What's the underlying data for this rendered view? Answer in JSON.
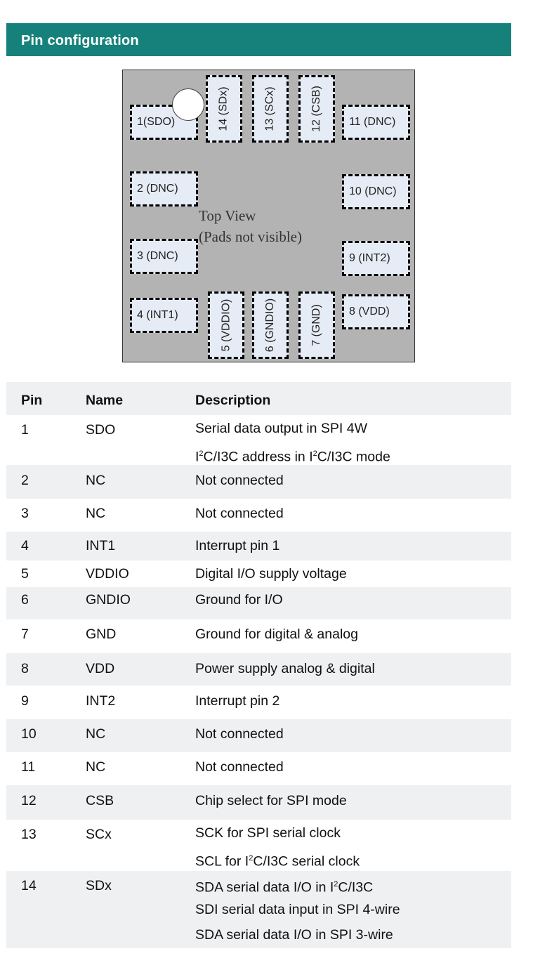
{
  "section": {
    "title": "Pin configuration"
  },
  "diagram": {
    "pads": [
      "1(SDO)",
      "2 (DNC)",
      "3 (DNC)",
      "4 (INT1)",
      "5 (VDDIO)",
      "6 (GNDIO)",
      "7 (GND)",
      "8 (VDD)",
      "9 (INT2)",
      "10 (DNC)",
      "11 (DNC)",
      "12 (CSB)",
      "13 (SCx)",
      "14 (SDx)"
    ],
    "view_line1": "Top View",
    "view_line2": "(Pads not visible)"
  },
  "table": {
    "headers": {
      "pin": "Pin",
      "name": "Name",
      "description": "Description"
    },
    "rows": [
      {
        "pin": "1",
        "name": "SDO",
        "desc": [
          "Serial data output in SPI 4W"
        ],
        "desc2_pre": "I",
        "desc2_sup1": "2",
        "desc2_mid": "C/I3C address in I",
        "desc2_sup2": "2",
        "desc2_post": "C/I3C mode"
      },
      {
        "pin": "2",
        "name": "NC",
        "desc": [
          "Not connected"
        ]
      },
      {
        "pin": "3",
        "name": "NC",
        "desc": [
          "Not connected"
        ]
      },
      {
        "pin": "4",
        "name": "INT1",
        "desc": [
          "Interrupt pin 1"
        ]
      },
      {
        "pin": "5",
        "name": "VDDIO",
        "desc": [
          "Digital I/O supply voltage"
        ]
      },
      {
        "pin": "6",
        "name": "GNDIO",
        "desc": [
          "Ground for I/O"
        ]
      },
      {
        "pin": "7",
        "name": "GND",
        "desc": [
          "Ground for digital & analog"
        ]
      },
      {
        "pin": "8",
        "name": "VDD",
        "desc": [
          "Power supply analog & digital"
        ]
      },
      {
        "pin": "9",
        "name": "INT2",
        "desc": [
          "Interrupt pin 2"
        ]
      },
      {
        "pin": "10",
        "name": "NC",
        "desc": [
          "Not connected"
        ]
      },
      {
        "pin": "11",
        "name": "NC",
        "desc": [
          "Not connected"
        ]
      },
      {
        "pin": "12",
        "name": "CSB",
        "desc": [
          "Chip select for SPI mode"
        ]
      },
      {
        "pin": "13",
        "name": "SCx",
        "desc": [
          "SCK for SPI serial clock"
        ],
        "desc2_pre": "SCL for I",
        "desc2_sup1": "2",
        "desc2_post": "C/I3C serial clock"
      },
      {
        "pin": "14",
        "name": "SDx",
        "desc1_pre": "SDA serial data I/O in I",
        "desc1_sup": "2",
        "desc1_post": "C/I3C",
        "desc": [
          "SDI serial data input in SPI 4-wire",
          "SDA serial data I/O in SPI 3-wire"
        ]
      }
    ]
  },
  "colors": {
    "header_bg": "#16817a",
    "row_alt_bg": "#eff0f2",
    "pad_fill": "#e6ecf6",
    "package_fill": "#b3b3b3"
  }
}
